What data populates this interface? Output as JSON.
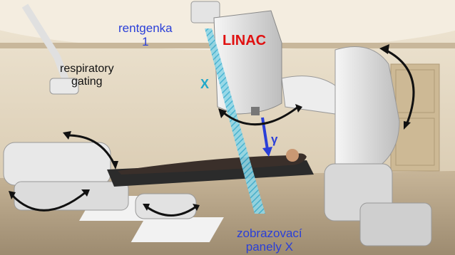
{
  "labels": {
    "xray_source": "rentgenka",
    "xray_source_number": "1",
    "linac": "LINAC",
    "respiratory": "respiratory",
    "gating": "gating",
    "x_beam": "X",
    "gamma_beam": "γ",
    "imaging_line1": "zobrazovací",
    "imaging_line2": "panely X"
  },
  "colors": {
    "label_blue": "#2a3fd8",
    "linac_red": "#e01010",
    "xray_cyan": "#23a8c8",
    "floor": "#b9a88e",
    "wall": "#dccfb8"
  },
  "icons": [
    "rotation-arrow-icon",
    "xray-beam",
    "gamma-beam-arrow"
  ]
}
